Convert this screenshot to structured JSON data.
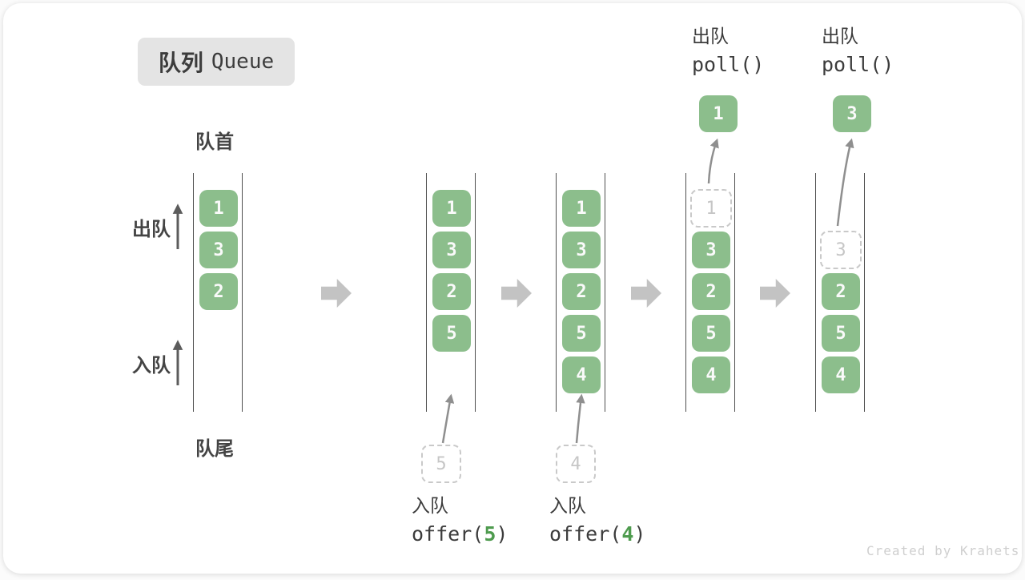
{
  "title": {
    "zh": "队列",
    "en": "Queue"
  },
  "side_labels": {
    "front": "队首",
    "rear": "队尾",
    "dequeue": "出队",
    "enqueue": "入队"
  },
  "columns": [
    {
      "cells": [
        "1",
        "3",
        "2"
      ]
    },
    {
      "cells": [
        "1",
        "3",
        "2",
        "5"
      ],
      "incoming": "5",
      "op": {
        "action": "入队",
        "code_pre": "offer(",
        "arg": "5",
        "code_post": ")"
      }
    },
    {
      "cells": [
        "1",
        "3",
        "2",
        "5",
        "4"
      ],
      "incoming": "4",
      "op": {
        "action": "入队",
        "code_pre": "offer(",
        "arg": "4",
        "code_post": ")"
      }
    },
    {
      "ghost": "1",
      "cells": [
        "3",
        "2",
        "5",
        "4"
      ],
      "popped": "1",
      "op": {
        "action": "出队",
        "code": "poll()"
      }
    },
    {
      "ghost": "3",
      "cells": [
        "2",
        "5",
        "4"
      ],
      "popped": "3",
      "op": {
        "action": "出队",
        "code": "poll()"
      }
    }
  ],
  "watermark": "Created by Krahets",
  "icons": {
    "flow_arrow": "right-block-arrow (CSS clip-path)",
    "enqueue_item_arrow": "thin curved up-arrow (SVG)",
    "dequeue_item_arrow": "thin curved up-arrow (SVG)",
    "direction_arrow": "thin straight up-arrow (SVG)"
  },
  "colors": {
    "item_green": "#8CBE8C",
    "code_arg_green": "#4E9B4E",
    "badge_bg": "#E4E4E4",
    "text_dark": "#3C3C3C",
    "ghost_gray": "#C6C6C6",
    "flow_arrow_gray": "#C3C3C3",
    "thin_arrow_gray": "#8F8F8F",
    "watermark_gray": "#CFCFCF",
    "channel_line": "#4F4F4F"
  }
}
